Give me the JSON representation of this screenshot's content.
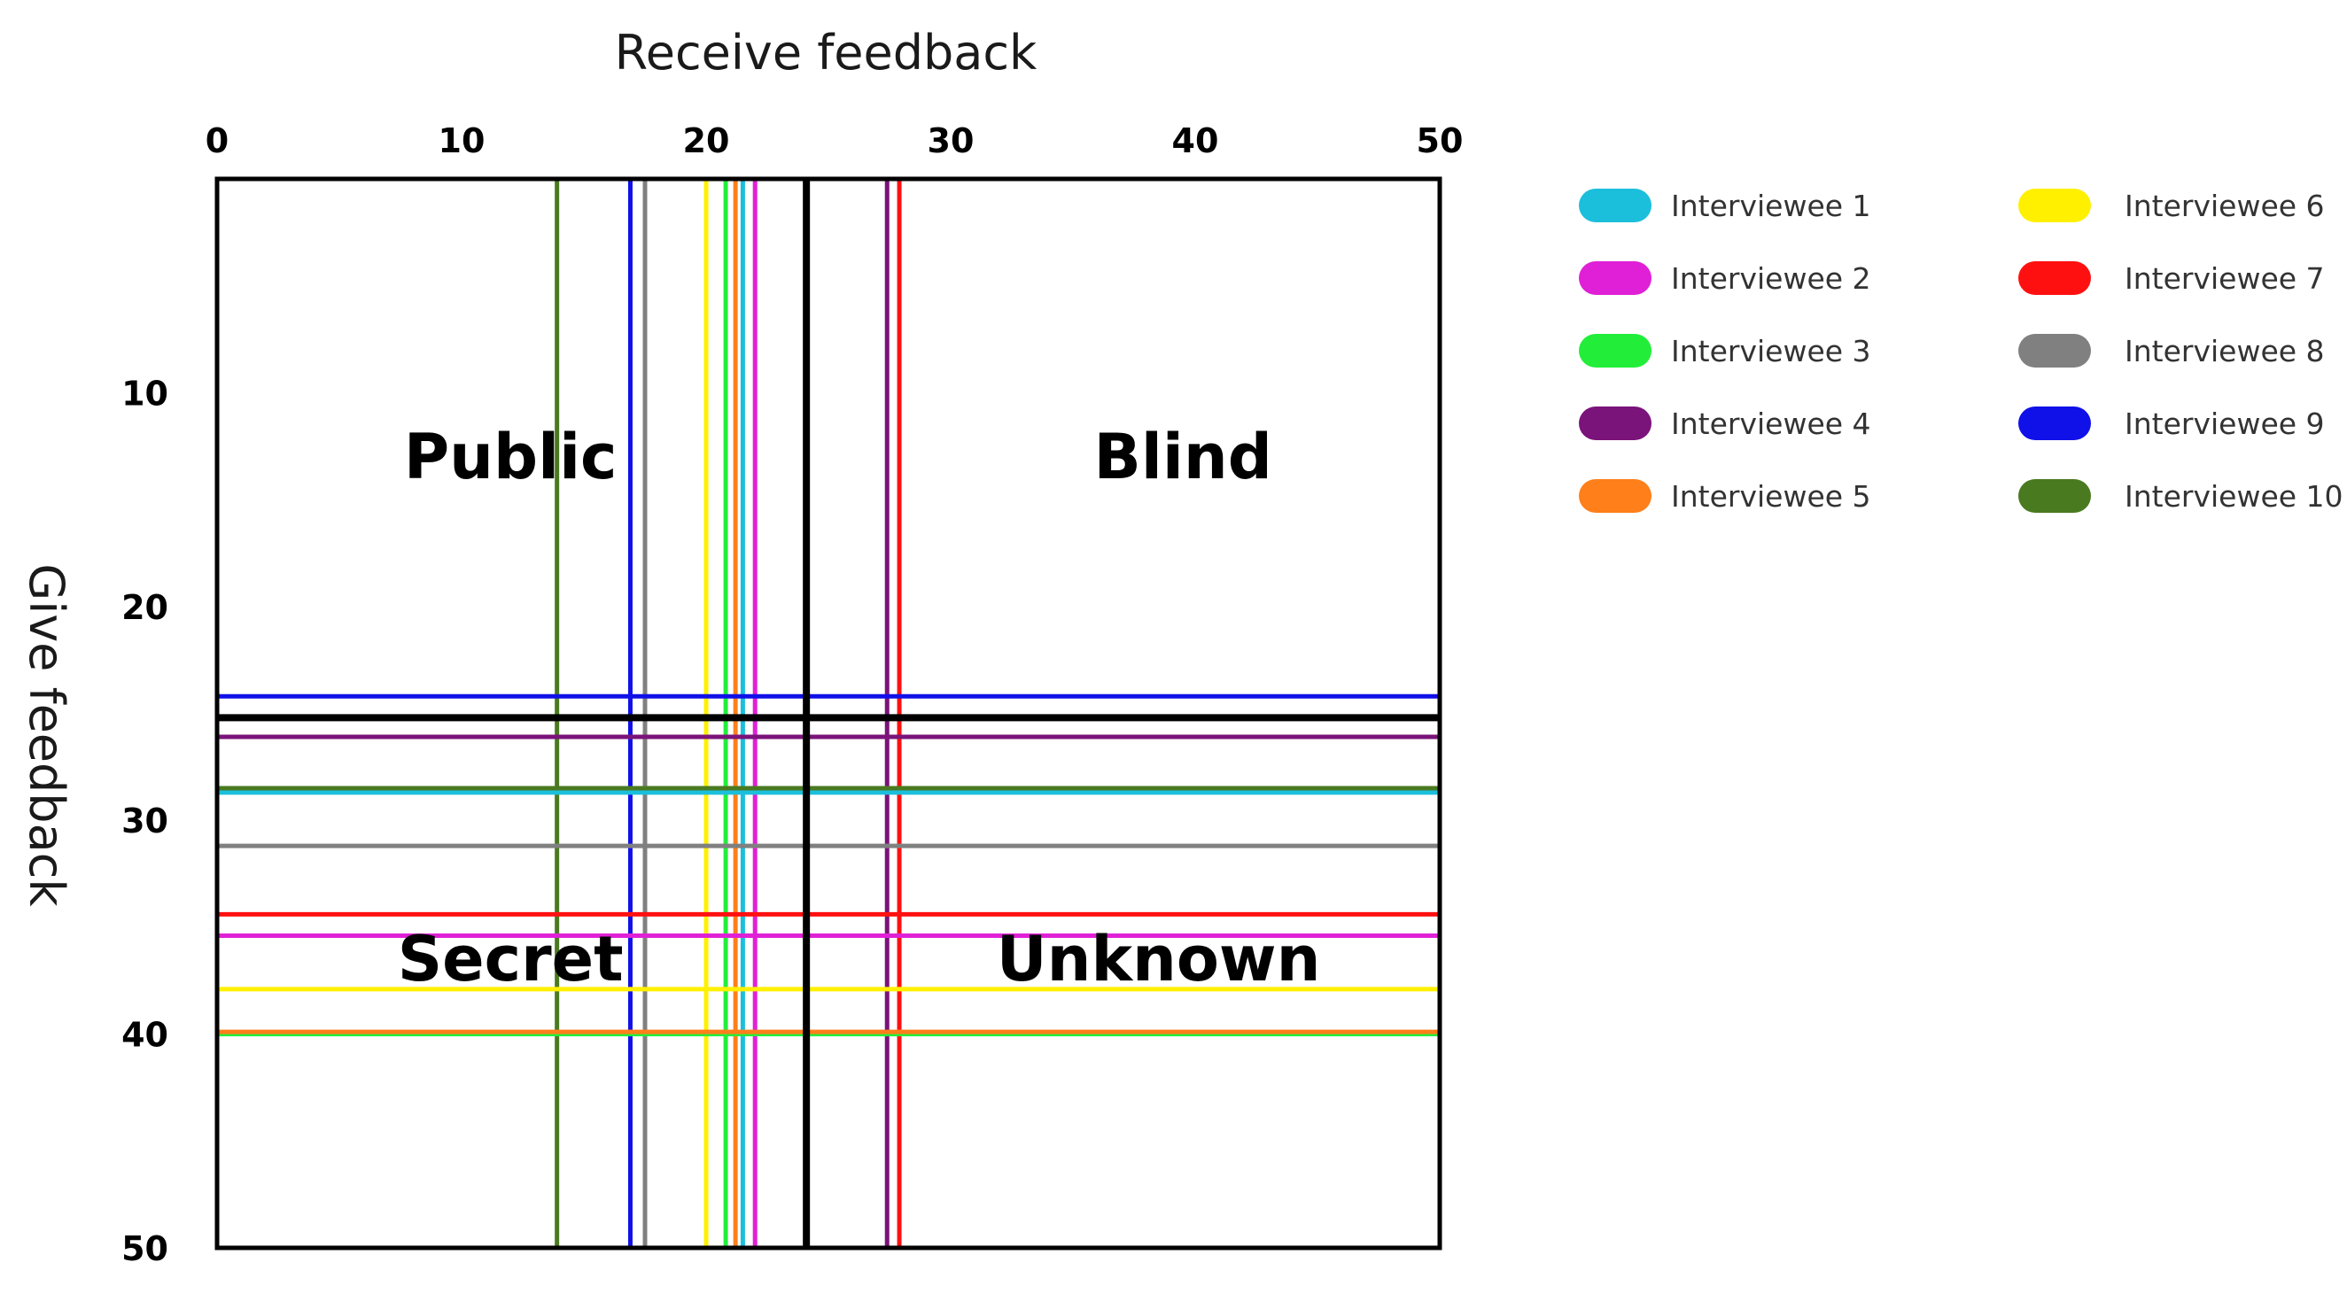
{
  "chart_data": {
    "type": "line",
    "xlabel": "Receive feedback",
    "ylabel": "Give feedback",
    "xlim": [
      0,
      50
    ],
    "ylim": [
      0,
      50
    ],
    "x_ticks": [
      "0",
      "10",
      "20",
      "30",
      "40",
      "50"
    ],
    "y_ticks": [
      "10",
      "20",
      "30",
      "40",
      "50"
    ],
    "y_inverted": true,
    "grid": false,
    "legend_position": "right",
    "divider": {
      "x": 24.1,
      "y": 25.2,
      "color": "#000000"
    },
    "quadrants": [
      {
        "label": "Public",
        "x": 12,
        "y": 13
      },
      {
        "label": "Blind",
        "x": 39.5,
        "y": 13
      },
      {
        "label": "Secret",
        "x": 12,
        "y": 36.5
      },
      {
        "label": "Unknown",
        "x": 38.5,
        "y": 36.5
      }
    ],
    "series": [
      {
        "name": "Interviewee 1",
        "color": "#1BBFDB",
        "x": 21.5,
        "y": 28.7
      },
      {
        "name": "Interviewee 2",
        "color": "#E020D6",
        "x": 22.0,
        "y": 35.4
      },
      {
        "name": "Interviewee 3",
        "color": "#22EE3A",
        "x": 20.8,
        "y": 40.0
      },
      {
        "name": "Interviewee 4",
        "color": "#7A137A",
        "x": 27.4,
        "y": 26.1
      },
      {
        "name": "Interviewee 5",
        "color": "#FF7F1A",
        "x": 21.2,
        "y": 39.9
      },
      {
        "name": "Interviewee 6",
        "color": "#FFF000",
        "x": 20.0,
        "y": 37.9
      },
      {
        "name": "Interviewee 7",
        "color": "#FF1010",
        "x": 27.9,
        "y": 34.4
      },
      {
        "name": "Interviewee 8",
        "color": "#808080",
        "x": 17.5,
        "y": 31.2
      },
      {
        "name": "Interviewee 9",
        "color": "#1010E8",
        "x": 16.9,
        "y": 24.2
      },
      {
        "name": "Interviewee 10",
        "color": "#4A7A20",
        "x": 13.9,
        "y": 28.5
      }
    ]
  }
}
